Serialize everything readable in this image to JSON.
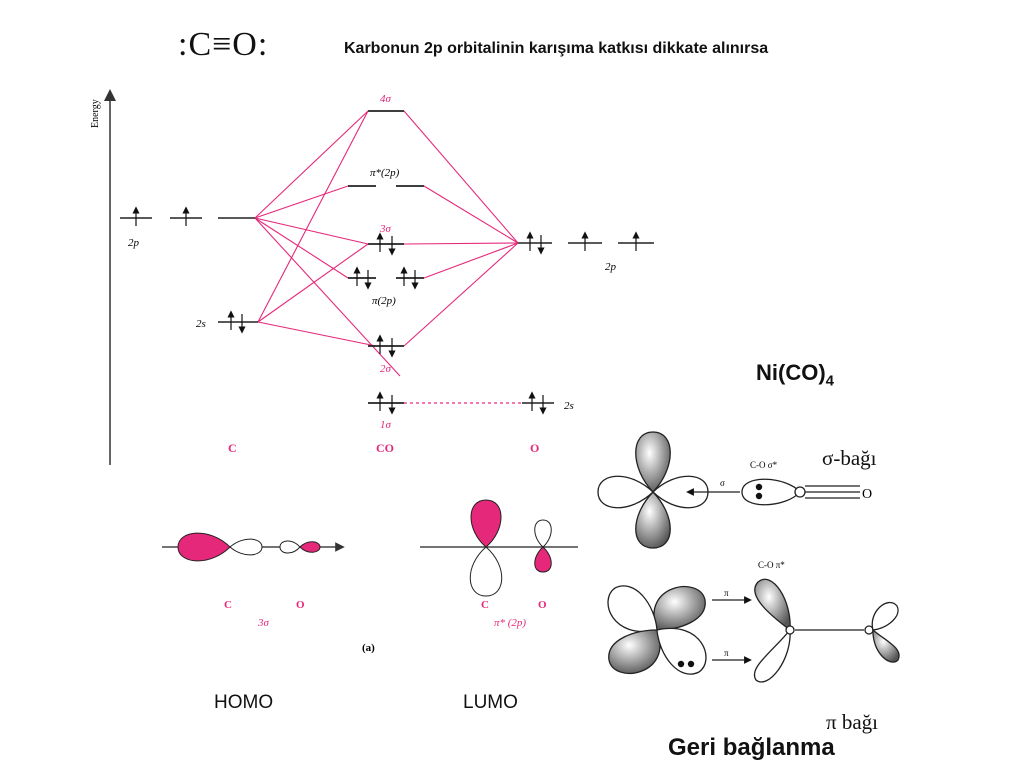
{
  "header": {
    "formula": ":C≡O:",
    "subtitle": "Karbonun 2p orbitalinin karışıma katkısı dikkate alınırsa"
  },
  "diagram": {
    "axis_label": "Energy",
    "left_2p": "2p",
    "left_2s": "2s",
    "right_2p": "2p",
    "right_2s": "2s",
    "mo_4sigma": "4σ",
    "mo_pistar": "π*(2p)",
    "mo_3sigma": "3σ",
    "mo_pi": "π(2p)",
    "mo_2sigma": "2σ",
    "mo_1sigma": "1σ",
    "col_c": "C",
    "col_co": "CO",
    "col_o": "O",
    "homo_c": "C",
    "homo_o": "O",
    "homo_mo": "3σ",
    "lumo_c": "C",
    "lumo_o": "O",
    "lumo_mo": "π* (2p)",
    "panel_label": "(a)",
    "homo_caption": "HOMO",
    "lumo_caption": "LUMO"
  },
  "nico": {
    "title_main": "Ni(CO)",
    "title_sub": "4",
    "sigma_bond": "σ-bağı",
    "co_sigma_star": "C-O σ*",
    "sigma_arrow": "σ",
    "o_label_1": "O",
    "co_pi_star": "C-O π*",
    "pi_arrow_1": "π",
    "pi_arrow_2": "π",
    "pi_bond": "π bağı",
    "back_bonding": "Geri bağlanma"
  },
  "colors": {
    "accent": "#e6287a",
    "line": "#333333"
  }
}
